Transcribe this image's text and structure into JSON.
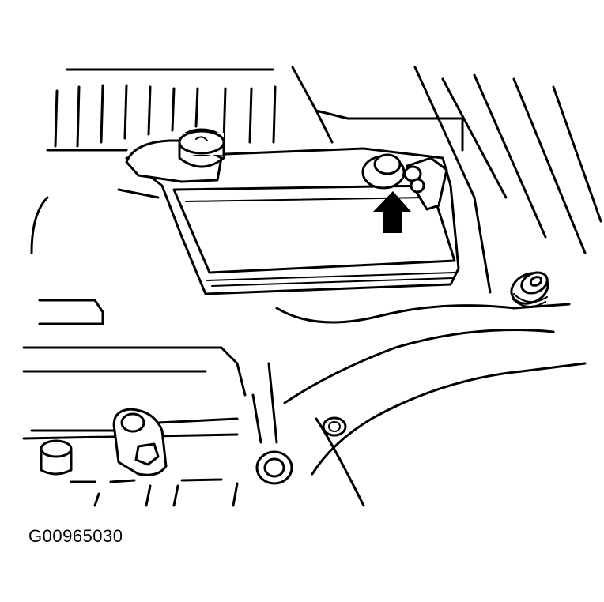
{
  "figure": {
    "id_label": "G00965030",
    "type": "technical line illustration",
    "subject": "battery tray / component cover with mounting bolts",
    "callouts": [
      {
        "type": "arrow",
        "direction": "up",
        "target": "terminal nut at top of component",
        "color": "#000000"
      }
    ],
    "colors": {
      "line": "#000000",
      "background": "#ffffff"
    }
  }
}
